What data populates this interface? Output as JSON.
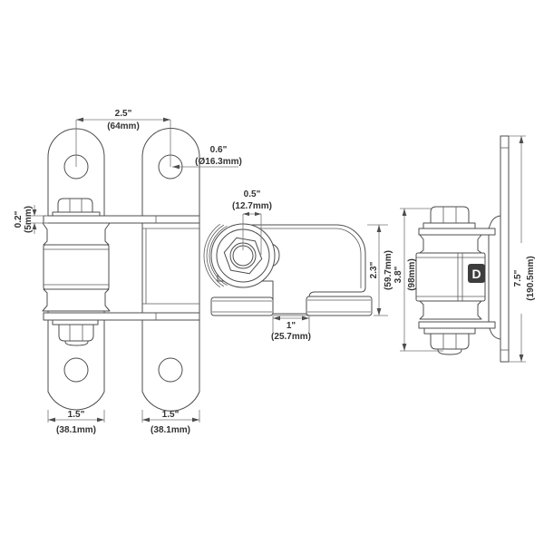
{
  "drawing": {
    "description": "Technical dimension drawing of a bolt-on gate hinge, three views",
    "colors": {
      "line": "#4d4d4d",
      "dim_line": "#777777",
      "text": "#333333",
      "logo_bg": "#3d3d3d",
      "background": "#ffffff"
    },
    "views": {
      "front": {
        "name": "front view",
        "hole_spacing_in": "2.5\"",
        "hole_spacing_mm": "(64mm)",
        "hole_diameter_in": "0.6\"",
        "hole_diameter_mm": "(Ø16.3mm)",
        "bracket_thickness_in": "0.2\"",
        "bracket_thickness_mm": "(5mm)",
        "left_strap_width_in": "1.5\"",
        "left_strap_width_mm": "(38.1mm)",
        "right_strap_width_in": "1.5\"",
        "right_strap_width_mm": "(38.1mm)"
      },
      "side": {
        "name": "side view",
        "pin_diameter_in": "0.5\"",
        "pin_diameter_mm": "(12.7mm)",
        "body_height_in": "2.3\"",
        "body_height_mm": "(59.7mm)",
        "strap_gap_in": "1\"",
        "strap_gap_mm": "(25.7mm)"
      },
      "mounted": {
        "name": "mounted view",
        "hinge_height_in": "3.8\"",
        "hinge_height_mm": "(98mm)",
        "plate_length_in": "7.5\"",
        "plate_length_mm": "(190.5mm)",
        "logo_letter": "D"
      }
    }
  }
}
